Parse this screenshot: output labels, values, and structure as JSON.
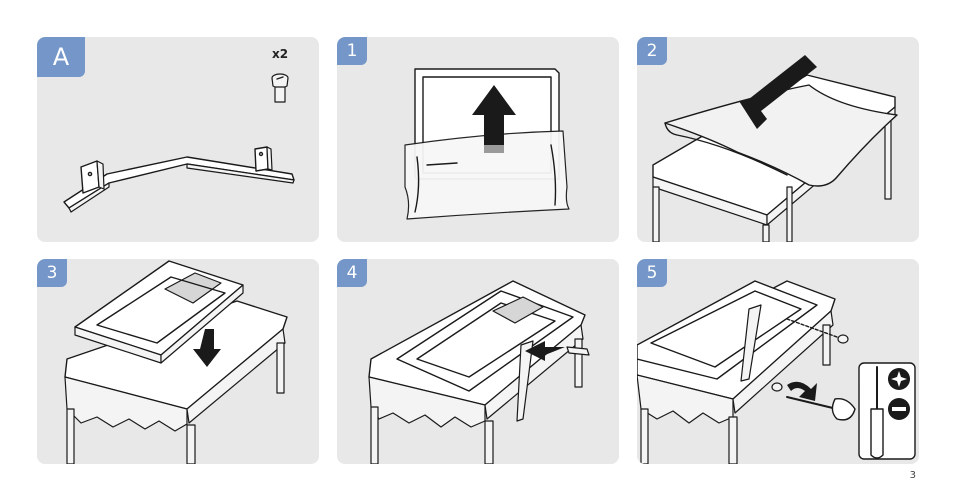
{
  "steps": [
    {
      "label": "A"
    },
    {
      "label": "1"
    },
    {
      "label": "2"
    },
    {
      "label": "3"
    },
    {
      "label": "4"
    },
    {
      "label": "5"
    }
  ],
  "parts": {
    "screw_quantity": "x2"
  },
  "page": {
    "number": "3"
  },
  "colors": {
    "badge": "#7496c8",
    "panel": "#e8e8e9"
  }
}
